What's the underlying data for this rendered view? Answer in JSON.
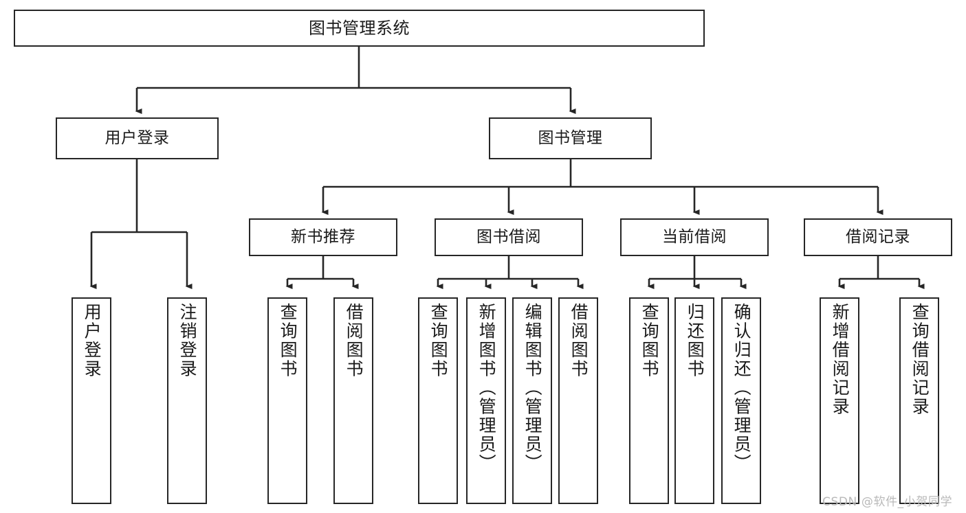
{
  "diagram": {
    "title": "图书管理系统",
    "type": "tree",
    "root": {
      "id": "root",
      "label": "图书管理系统"
    },
    "level2": [
      {
        "id": "user-login",
        "label": "用户登录"
      },
      {
        "id": "book-manage",
        "label": "图书管理"
      }
    ],
    "level3": [
      {
        "id": "new-book-recommend",
        "label": "新书推荐"
      },
      {
        "id": "book-borrow",
        "label": "图书借阅"
      },
      {
        "id": "current-borrow",
        "label": "当前借阅"
      },
      {
        "id": "borrow-record",
        "label": "借阅记录"
      }
    ],
    "leaves": {
      "user_login": [
        {
          "id": "leaf-user-login",
          "label": "用户登录"
        },
        {
          "id": "leaf-logout",
          "label": "注销登录"
        }
      ],
      "new_book_recommend": [
        {
          "id": "leaf-query-book-1",
          "label": "查询图书"
        },
        {
          "id": "leaf-borrow-book-1",
          "label": "借阅图书"
        }
      ],
      "book_borrow": [
        {
          "id": "leaf-query-book-2",
          "label": "查询图书"
        },
        {
          "id": "leaf-add-book",
          "label": "新增图书（管理员）"
        },
        {
          "id": "leaf-edit-book",
          "label": "编辑图书（管理员）"
        },
        {
          "id": "leaf-borrow-book-2",
          "label": "借阅图书"
        }
      ],
      "current_borrow": [
        {
          "id": "leaf-query-book-3",
          "label": "查询图书"
        },
        {
          "id": "leaf-return-book",
          "label": "归还图书"
        },
        {
          "id": "leaf-confirm-return",
          "label": "确认归还（管理员）"
        }
      ],
      "borrow_record": [
        {
          "id": "leaf-add-record",
          "label": "新增借阅记录"
        },
        {
          "id": "leaf-query-record",
          "label": "查询借阅记录"
        }
      ]
    },
    "watermark": "CSDN @软件_小贺同学",
    "colors": {
      "stroke": "#262626",
      "background": "#ffffff",
      "text": "#1a1a1a",
      "watermark": "#b9b9b9"
    }
  }
}
